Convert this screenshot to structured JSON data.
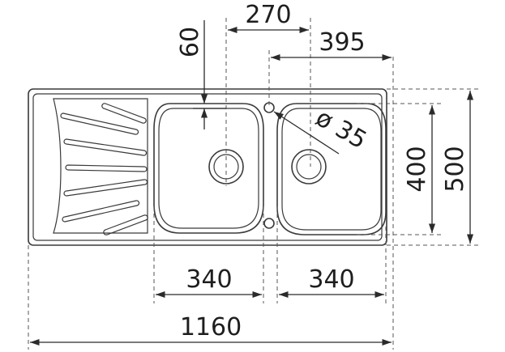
{
  "dimensions": {
    "overall_width": "1160",
    "bowl_center_distance": "270",
    "drain_offset": "395",
    "drain_from_top": "60",
    "tap_hole_diameter": "ø 35",
    "bowl_depth": "400",
    "overall_depth": "500",
    "bowl_left_width": "340",
    "bowl_right_width": "340"
  },
  "colors": {
    "outline": "#3a3a3a",
    "background": "#ffffff"
  }
}
